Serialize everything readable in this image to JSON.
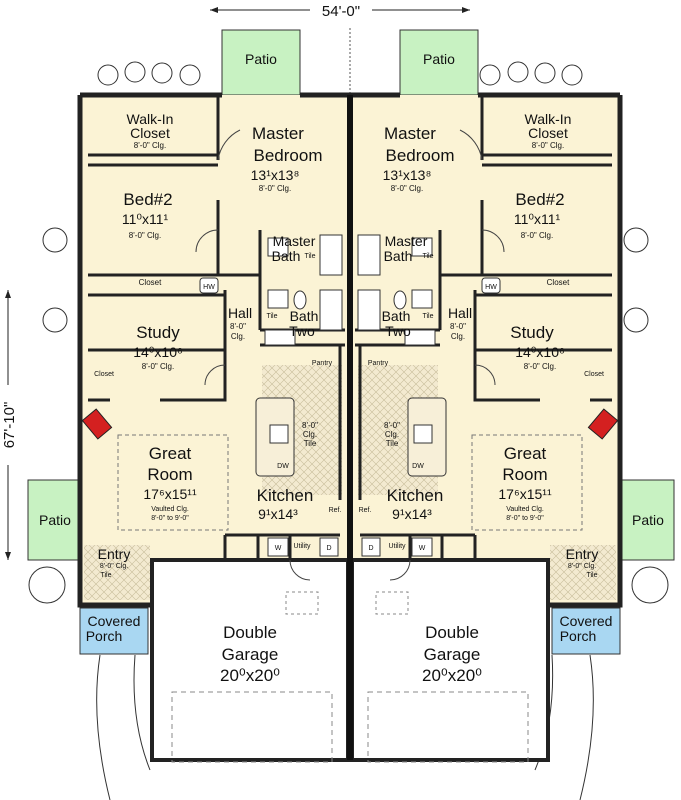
{
  "overall": {
    "width": "54'-0\"",
    "depth": "67'-10\""
  },
  "left_unit": {
    "patio_top": "Patio",
    "walk_in_closet": {
      "name": "Walk-In Closet",
      "line1": "Walk-In",
      "line2": "Closet",
      "ceiling": "8'-0\" Clg."
    },
    "master_bedroom": {
      "line1": "Master",
      "line2": "Bedroom",
      "size": "13¹x13⁸",
      "ceiling": "8'-0\" Clg."
    },
    "bed2": {
      "name": "Bed#2",
      "size": "11⁰x11¹",
      "ceiling": "8'-0\" Clg."
    },
    "master_bath": {
      "line1": "Master",
      "line2": "Bath",
      "tile": "Tile"
    },
    "closet": "Closet",
    "hw": "HW",
    "hall": {
      "name": "Hall",
      "ceiling1": "8'-0\"",
      "ceiling2": "Clg."
    },
    "bath_two": {
      "line1": "Bath",
      "line2": "Two",
      "tile": "Tile"
    },
    "study": {
      "name": "Study",
      "size": "14⁰x10⁶",
      "ceiling": "8'-0\" Clg."
    },
    "study_closet": "Closet",
    "pantry": "Pantry",
    "island": {
      "c1": "8'-0\"",
      "c2": "Clg.",
      "c3": "Tile",
      "dw": "DW"
    },
    "great_room": {
      "line1": "Great",
      "line2": "Room",
      "size": "17⁶x15¹¹",
      "note1": "Vaulted Clg.",
      "note2": "8'-0\" to 9'-0\""
    },
    "kitchen": {
      "name": "Kitchen",
      "size": "9¹x14³"
    },
    "ref": "Ref.",
    "utility": "Utility",
    "w": "W",
    "d": "D",
    "entry": {
      "name": "Entry",
      "ceiling": "8'-0\" Clg.",
      "tile": "Tile"
    },
    "patio_side": "Patio",
    "covered_porch": {
      "line1": "Covered",
      "line2": "Porch"
    },
    "garage": {
      "line1": "Double",
      "line2": "Garage",
      "size": "20⁰x20⁰"
    }
  },
  "right_unit": {
    "patio_top": "Patio",
    "walk_in_closet": {
      "line1": "Walk-In",
      "line2": "Closet",
      "ceiling": "8'-0\" Clg."
    },
    "master_bedroom": {
      "line1": "Master",
      "line2": "Bedroom",
      "size": "13¹x13⁸",
      "ceiling": "8'-0\" Clg."
    },
    "bed2": {
      "name": "Bed#2",
      "size": "11⁰x11¹",
      "ceiling": "8'-0\" Clg."
    },
    "master_bath": {
      "line1": "Master",
      "line2": "Bath",
      "tile": "Tile"
    },
    "closet": "Closet",
    "hw": "HW",
    "hall": {
      "name": "Hall",
      "ceiling1": "8'-0\"",
      "ceiling2": "Clg."
    },
    "bath_two": {
      "line1": "Bath",
      "line2": "Two",
      "tile": "Tile"
    },
    "study": {
      "name": "Study",
      "size": "14⁰x10⁶",
      "ceiling": "8'-0\" Clg."
    },
    "study_closet": "Closet",
    "pantry": "Pantry",
    "island": {
      "c1": "8'-0\"",
      "c2": "Clg.",
      "c3": "Tile",
      "dw": "DW"
    },
    "great_room": {
      "line1": "Great",
      "line2": "Room",
      "size": "17⁶x15¹¹",
      "note1": "Vaulted Clg.",
      "note2": "8'-0\" to 9'-0\""
    },
    "kitchen": {
      "name": "Kitchen",
      "size": "9¹x14³"
    },
    "ref": "Ref.",
    "utility": "Utility",
    "w": "W",
    "d": "D",
    "entry": {
      "name": "Entry",
      "ceiling": "8'-0\" Clg.",
      "tile": "Tile"
    },
    "patio_side": "Patio",
    "covered_porch": {
      "line1": "Covered",
      "line2": "Porch"
    },
    "garage": {
      "line1": "Double",
      "line2": "Garage",
      "size": "20⁰x20⁰"
    }
  },
  "colors": {
    "floor": "#fbf3d5",
    "tile": "#f2ead0",
    "patio": "#c8f2c2",
    "porch": "#a9d7f2",
    "wall": "#222222",
    "fireplace": "#d42020"
  }
}
